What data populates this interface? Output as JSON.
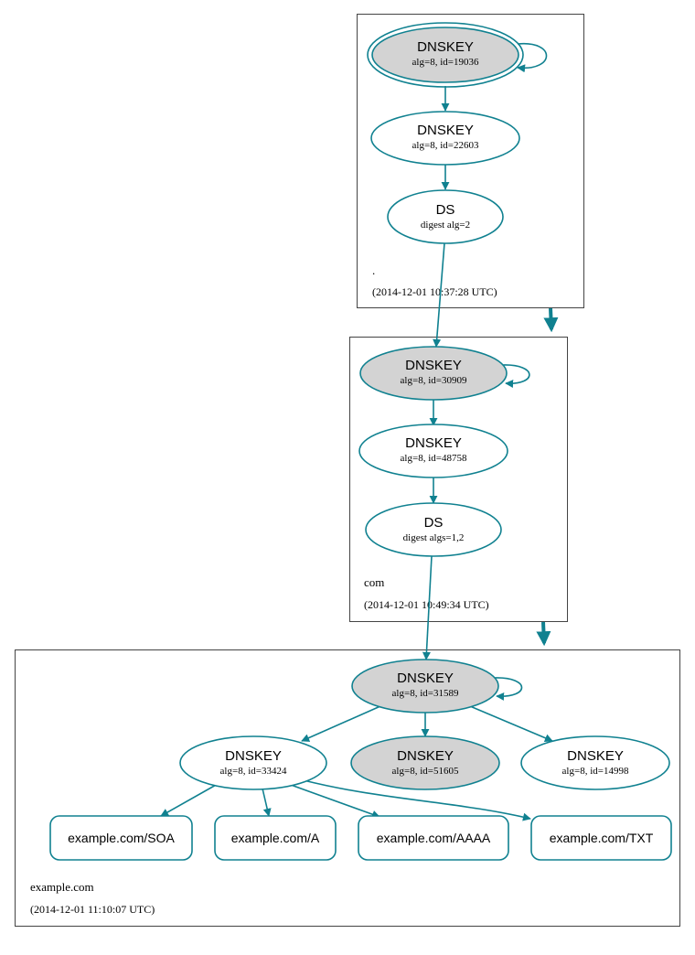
{
  "colors": {
    "edge": "#108190",
    "node_stroke": "#108190",
    "ksk_fill": "#d3d3d3",
    "box_stroke": "#444444"
  },
  "zones": {
    "root": {
      "name": ".",
      "timestamp": "(2014-12-01 10:37:28 UTC)"
    },
    "com": {
      "name": "com",
      "timestamp": "(2014-12-01 10:49:34 UTC)"
    },
    "example": {
      "name": "example.com",
      "timestamp": "(2014-12-01 11:10:07 UTC)"
    }
  },
  "nodes": {
    "root_ksk": {
      "title": "DNSKEY",
      "sub": "alg=8, id=19036"
    },
    "root_zsk": {
      "title": "DNSKEY",
      "sub": "alg=8, id=22603"
    },
    "root_ds": {
      "title": "DS",
      "sub": "digest alg=2"
    },
    "com_ksk": {
      "title": "DNSKEY",
      "sub": "alg=8, id=30909"
    },
    "com_zsk": {
      "title": "DNSKEY",
      "sub": "alg=8, id=48758"
    },
    "com_ds": {
      "title": "DS",
      "sub": "digest algs=1,2"
    },
    "ex_ksk": {
      "title": "DNSKEY",
      "sub": "alg=8, id=31589"
    },
    "ex_zsk1": {
      "title": "DNSKEY",
      "sub": "alg=8, id=33424"
    },
    "ex_key2": {
      "title": "DNSKEY",
      "sub": "alg=8, id=51605"
    },
    "ex_key3": {
      "title": "DNSKEY",
      "sub": "alg=8, id=14998"
    }
  },
  "rrsets": {
    "soa": "example.com/SOA",
    "a": "example.com/A",
    "aaaa": "example.com/AAAA",
    "txt": "example.com/TXT"
  }
}
